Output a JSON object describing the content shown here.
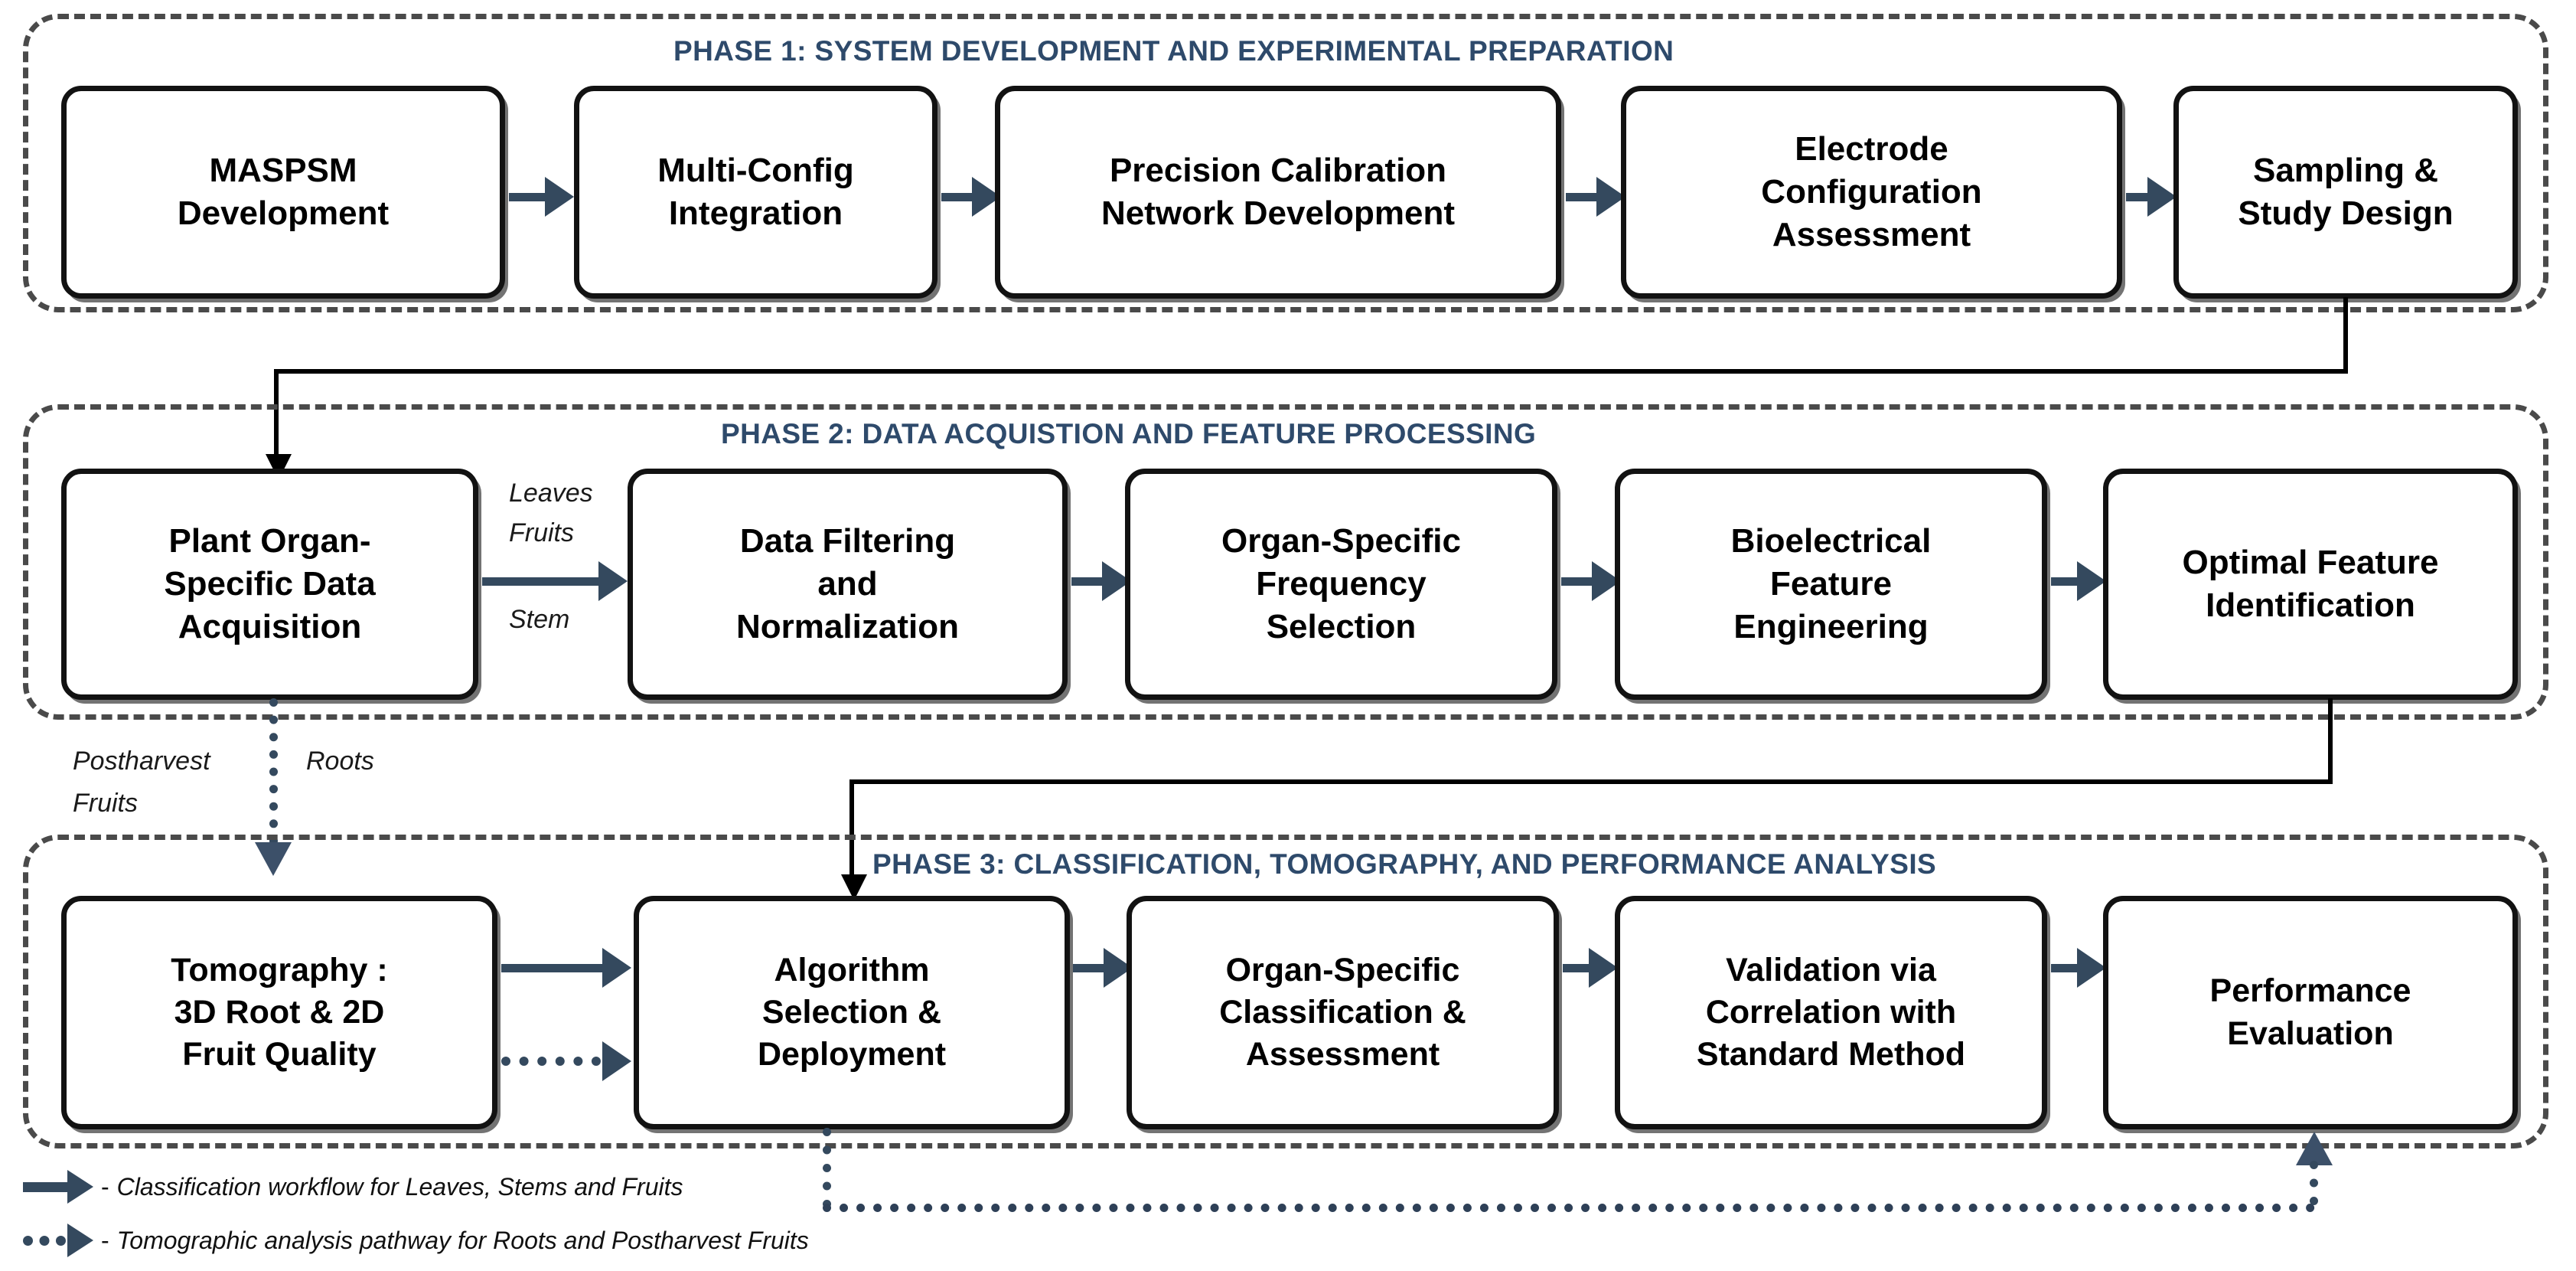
{
  "diagram": {
    "title": "MASPSM plant organ bioelectrical analysis workflow",
    "accent_header_color": "#2e4a6b",
    "arrow_color": "#34495e",
    "node_border_color": "#121212",
    "phase_border_color": "#4a4a4a"
  },
  "phases": [
    {
      "id": "phase1",
      "title": "PHASE 1: SYSTEM DEVELOPMENT AND EXPERIMENTAL PREPARATION",
      "nodes": [
        {
          "id": "p1n1",
          "label": "MASPSM\nDevelopment"
        },
        {
          "id": "p1n2",
          "label": "Multi-Config\nIntegration"
        },
        {
          "id": "p1n3",
          "label": "Precision Calibration\nNetwork Development"
        },
        {
          "id": "p1n4",
          "label": "Electrode\nConfiguration\nAssessment"
        },
        {
          "id": "p1n5",
          "label": "Sampling &\nStudy Design"
        }
      ]
    },
    {
      "id": "phase2",
      "title": "PHASE 2: DATA ACQUISTION AND FEATURE PROCESSING",
      "nodes": [
        {
          "id": "p2n1",
          "label": "Plant Organ-\nSpecific Data\nAcquisition"
        },
        {
          "id": "p2n2",
          "label": "Data Filtering\nand\nNormalization"
        },
        {
          "id": "p2n3",
          "label": "Organ-Specific\nFrequency\nSelection"
        },
        {
          "id": "p2n4",
          "label": "Bioelectrical\nFeature\nEngineering"
        },
        {
          "id": "p2n5",
          "label": "Optimal Feature\nIdentification"
        }
      ]
    },
    {
      "id": "phase3",
      "title": "PHASE 3: CLASSIFICATION, TOMOGRAPHY, AND PERFORMANCE ANALYSIS",
      "nodes": [
        {
          "id": "p3n1",
          "label": "Tomography :\n3D Root & 2D\nFruit Quality"
        },
        {
          "id": "p3n2",
          "label": "Algorithm\nSelection &\nDeployment"
        },
        {
          "id": "p3n3",
          "label": "Organ-Specific\nClassification &\nAssessment"
        },
        {
          "id": "p3n4",
          "label": "Validation via\nCorrelation with\nStandard Method"
        },
        {
          "id": "p3n5",
          "label": "Performance\nEvaluation"
        }
      ]
    }
  ],
  "edge_labels": {
    "leaves": "Leaves",
    "fruits": "Fruits",
    "stem": "Stem",
    "postharvest": "Postharvest",
    "postharvest_fruits": "Fruits",
    "roots": "Roots"
  },
  "legend": {
    "items": [
      {
        "marker": "solid-arrow",
        "dash": "-",
        "text": "Classification workflow for Leaves, Stems and Fruits"
      },
      {
        "marker": "dotted-arrow",
        "dash": "-",
        "text": "Tomographic analysis pathway for Roots and Postharvest Fruits"
      }
    ]
  }
}
